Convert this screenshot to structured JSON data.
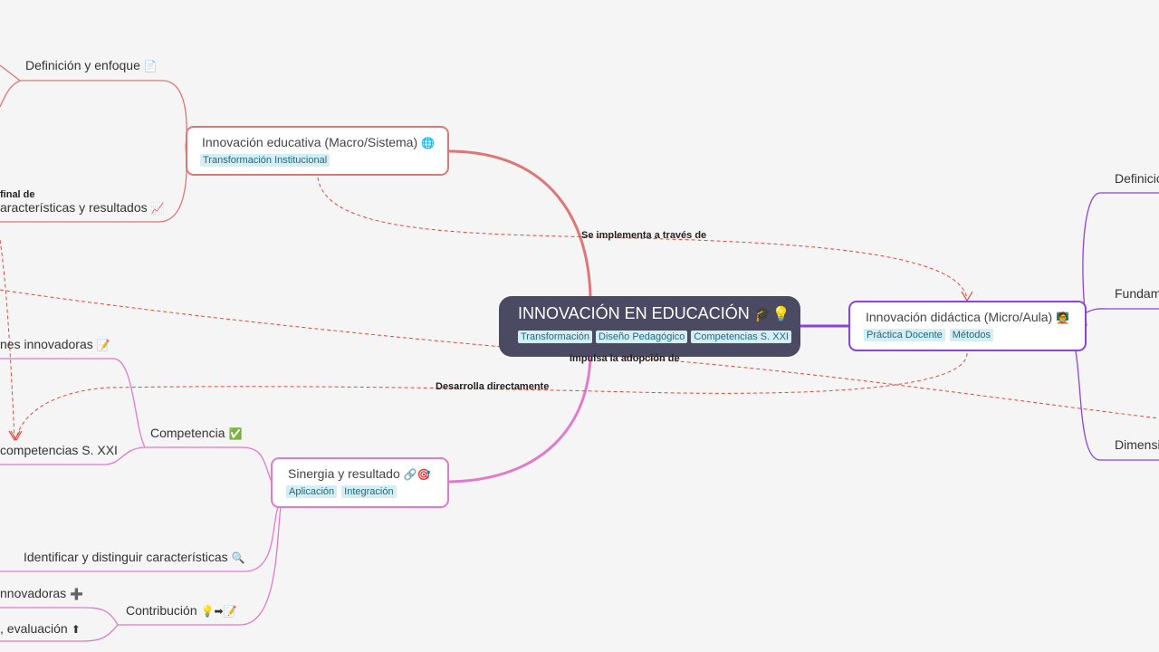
{
  "root": {
    "title": "INNOVACIÓN EN EDUCACIÓN",
    "icons": "🎓💡",
    "tags": [
      "Transformación",
      "Diseño Pedagógico",
      "Competencias S. XXI"
    ]
  },
  "nodes": {
    "macro": {
      "title": "Innovación educativa (Macro/Sistema)",
      "icon": "🌐",
      "tags": [
        "Transformación Institucional"
      ]
    },
    "micro": {
      "title": "Innovación didáctica (Micro/Aula)",
      "icon": "🧑‍🏫",
      "tags": [
        "Práctica Docente",
        "Métodos"
      ]
    },
    "synergy": {
      "title": "Sinergia y resultado",
      "icon": "🔗🎯",
      "tags": [
        "Aplicación",
        "Integración"
      ]
    }
  },
  "labels": {
    "definicion_enfoque": "Definición y enfoque",
    "definicion_enfoque_icon": "📄",
    "final_de": "final de",
    "caracteristicas": "aracterísticas y resultados",
    "caracteristicas_icon": "📈",
    "definici": "Definició",
    "fundam": "Fundam",
    "dimensi": "Dimensi",
    "nes_innovadoras": "nes innovadoras",
    "nes_innovadoras_icon": "📝",
    "competencia": "Competencia",
    "competencia_icon": "✅",
    "competencias_sxxi": "competencias S. XXI",
    "identificar": "Identificar y distinguir características",
    "identificar_icon": "🔍",
    "contribucion": "Contribución",
    "contribucion_icon": "💡➡📝",
    "innovadoras": "nnovadoras",
    "innovadoras_icon": "➕",
    "evaluacion": ", evaluación",
    "evaluacion_icon": "⬆"
  },
  "relations": {
    "implementa": "Se implementa a través de",
    "impulsa": "Impulsa la adopción de",
    "desarrolla": "Desarrolla directamente"
  },
  "colors": {
    "background": "#f5f5f5",
    "root": "#4a4a63",
    "macro_branch": "#dd7777",
    "micro_branch": "#8a44d8",
    "synergy_branch": "#e27acb",
    "relation_line": "#e04a3a",
    "tag_bg": "#d4eef3"
  }
}
